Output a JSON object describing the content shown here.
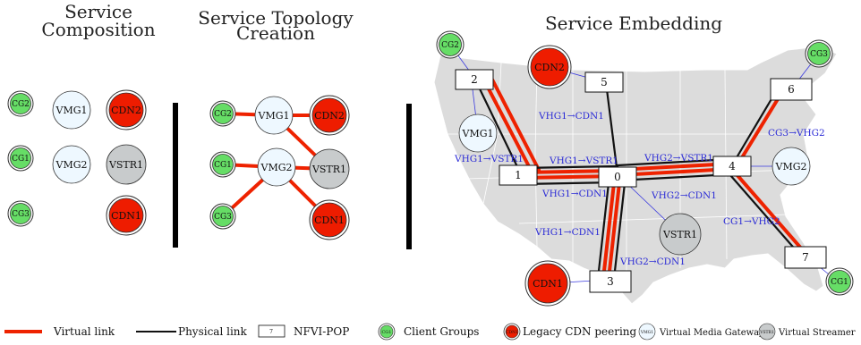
{
  "panels": {
    "composition": {
      "title_line1": "Service",
      "title_line2": "Composition"
    },
    "topology": {
      "title_line1": "Service Topology",
      "title_line2": "Creation"
    },
    "embedding": {
      "title": "Service Embedding"
    }
  },
  "nodes": {
    "cg1": "CG1",
    "cg2": "CG2",
    "cg3": "CG3",
    "vmg1": "VMG1",
    "vmg2": "VMG2",
    "cdn1": "CDN1",
    "cdn2": "CDN2",
    "vstr1": "VSTR1"
  },
  "pops": {
    "p0": "0",
    "p1": "1",
    "p2": "2",
    "p3": "3",
    "p4": "4",
    "p5": "5",
    "p6": "6",
    "p7": "7"
  },
  "link_labels": {
    "vhg1_cdn1_top": "VHG1→CDN1",
    "vhg1_vstr1_left": "VHG1→VSTR1",
    "vhg1_vstr1_mid": "VHG1→VSTR1",
    "vhg1_cdn1_mid": "VHG1→CDN1",
    "vhg2_vstr1": "VHG2→VSTR1",
    "vhg2_cdn1_right": "VHG2→CDN1",
    "vhg1_cdn1_low": "VHG1→CDN1",
    "vhg2_cdn1_low": "VHG2→CDN1",
    "cg3_vhg2": "CG3→VHG2",
    "cg1_vhg2": "CG1→VHG2"
  },
  "legend": {
    "virtual_link": "Virtual link",
    "physical_link": "Physical link",
    "nfvi_pop_sample": "7",
    "nfvi_pop": "NFVI-POP",
    "client_groups_sample": "CG1",
    "client_groups": "Client Groups",
    "legacy_cdn_sample": "CDN1",
    "legacy_cdn": "Legacy CDN peering",
    "vmg_sample": "VMG1",
    "vmg": "Virtual Media Gateway",
    "vstr_sample": "VSTR1",
    "vstr": "Virtual Streamer"
  },
  "colors": {
    "client_group": "#66dd66",
    "cdn": "#ee1c00",
    "vmg": "#eef8ff",
    "vstr": "#c8cbcc",
    "virtual_link": "#ee2200",
    "physical_link": "#111111",
    "map": "#dcdcdc",
    "annotation": "#2b2bd6"
  }
}
